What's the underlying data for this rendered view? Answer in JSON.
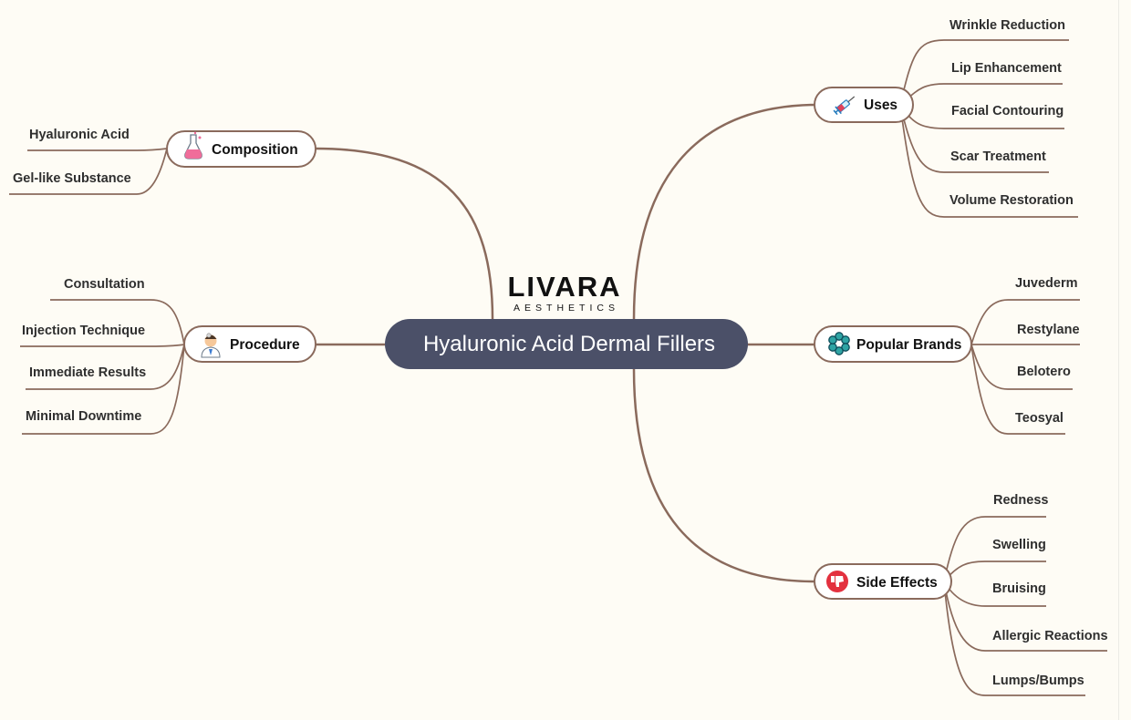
{
  "logo": {
    "name": "LIVARA",
    "tagline": "AESTHETICS"
  },
  "center": {
    "title": "Hyaluronic Acid Dermal Fillers"
  },
  "nodes": {
    "uses": {
      "label": "Uses",
      "icon": "syringe-icon",
      "items": [
        "Wrinkle Reduction",
        "Lip Enhancement",
        "Facial Contouring",
        "Scar Treatment",
        "Volume Restoration"
      ]
    },
    "brands": {
      "label": "Popular Brands",
      "icon": "molecule-icon",
      "items": [
        "Juvederm",
        "Restylane",
        "Belotero",
        "Teosyal"
      ]
    },
    "side_effects": {
      "label": "Side Effects",
      "icon": "thumbs-down-icon",
      "items": [
        "Redness",
        "Swelling",
        "Bruising",
        "Allergic Reactions",
        "Lumps/Bumps"
      ]
    },
    "composition": {
      "label": "Composition",
      "icon": "flask-icon",
      "items": [
        "Hyaluronic Acid",
        "Gel-like Substance"
      ]
    },
    "procedure": {
      "label": "Procedure",
      "icon": "doctor-icon",
      "items": [
        "Consultation",
        "Injection Technique",
        "Immediate Results",
        "Minimal Downtime"
      ]
    }
  },
  "colors": {
    "background": "#fefcf5",
    "center_fill": "#4b5068",
    "line": "#8a6a5c",
    "node_fill": "#ffffff"
  }
}
